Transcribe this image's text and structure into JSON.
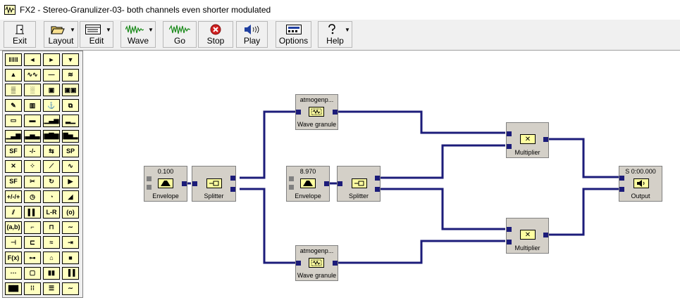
{
  "window": {
    "title": "FX2 - Stereo-Granulizer-03- both channels even shorter modulated"
  },
  "toolbar": {
    "buttons": [
      {
        "id": "exit",
        "label": "Exit",
        "icon": "door-exit-icon",
        "dropdown": false
      },
      {
        "id": "layout",
        "label": "Layout",
        "icon": "folder-open-icon",
        "dropdown": true
      },
      {
        "id": "edit",
        "label": "Edit",
        "icon": "edit-window-icon",
        "dropdown": true
      },
      {
        "id": "wave",
        "label": "Wave",
        "icon": "waveform-icon",
        "dropdown": true
      },
      {
        "id": "go",
        "label": "Go",
        "icon": "go-waveform-icon",
        "dropdown": false
      },
      {
        "id": "stop",
        "label": "Stop",
        "icon": "stop-icon",
        "dropdown": false
      },
      {
        "id": "play",
        "label": "Play",
        "icon": "speaker-play-icon",
        "dropdown": false
      },
      {
        "id": "options",
        "label": "Options",
        "icon": "options-panel-icon",
        "dropdown": false
      },
      {
        "id": "help",
        "label": "Help",
        "icon": "help-question-icon",
        "dropdown": true
      }
    ]
  },
  "palette": {
    "items": [
      "bars-icon",
      "arrow-left-icon",
      "arrow-right-icon",
      "arrow-down-icon",
      "envelope-icon",
      "waveform-icon",
      "flat-line-icon",
      "noise-icon",
      "pattern-icon",
      "grain-icon",
      "disk-icon",
      "disk-dual-icon",
      "pen-icon",
      "keyboard-icon",
      "anchor-icon",
      "clip-icon",
      "monitor-icon",
      "monitor-dark-icon",
      "histogram-icon",
      "bars-low-icon",
      "bars-rise-icon",
      "bars-mid-icon",
      "bars-high-icon",
      "decay-bars-icon",
      "sf-icon",
      "minus-x-icon",
      "parallel-icon",
      "sp-icon",
      "multiply-icon",
      "dotted-icon",
      "ramp-icon",
      "wave-small-icon",
      "sf-dark-icon",
      "scissors-icon",
      "loop-icon",
      "play-triangle-icon",
      "quarter-icon",
      "clock-icon",
      "clock-alt-icon",
      "slope-icon",
      "slash-bars-icon",
      "bars-alt-icon",
      "lr-icon",
      "circle-icon",
      "ab-icon",
      "step-icon",
      "pulse-icon",
      "sine-icon",
      "split-a-icon",
      "split-b-icon",
      "wave-b-icon",
      "shift-icon",
      "f-x-icon",
      "link-icon",
      "folder-icon",
      "square-icon",
      "dots-icon",
      "rounded-icon",
      "bars-dense-icon",
      "columns-icon",
      "bars-dark-icon",
      "dotted-grid-icon",
      "list-icon",
      "wave-curve-icon"
    ],
    "texts": {
      "sf-icon": "SF",
      "sp-icon": "SP",
      "sf-dark-icon": "SF",
      "lr-icon": "L-R",
      "ab-icon": "(a,b)",
      "f-x-icon": "F(x)",
      "minus-x-icon": "-/-",
      "quarter-icon": "+/-/+",
      "circle-icon": "(o)",
      "multiply-icon": "✕"
    }
  },
  "modules": {
    "env1": {
      "top": "0.100",
      "label": "Envelope"
    },
    "split1": {
      "top": "",
      "label": "Splitter"
    },
    "granule_top": {
      "top": "atmogenp...",
      "label": "Wave granule"
    },
    "granule_bottom": {
      "top": "atmogenp...",
      "label": "Wave granule"
    },
    "env2": {
      "top": "8.970",
      "label": "Envelope"
    },
    "split2": {
      "top": "",
      "label": "Splitter"
    },
    "mult_top": {
      "top": "",
      "label": "Multiplier"
    },
    "mult_bottom": {
      "top": "",
      "label": "Multiplier"
    },
    "output": {
      "top": "S 0:00.000",
      "label": "Output"
    }
  },
  "colors": {
    "wire": "#1c1c7a",
    "module_bg": "#d4d0c8",
    "module_icon_bg": "#ffffa0",
    "palette_cell_bg": "#ffffc0"
  }
}
